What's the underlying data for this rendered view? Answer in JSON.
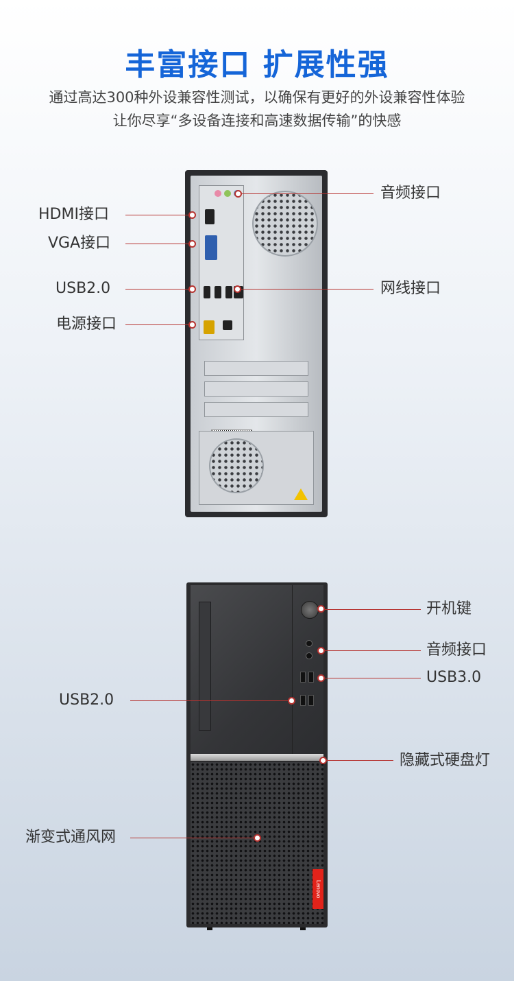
{
  "header": {
    "title": "丰富接口 扩展性强",
    "subtitle_line1": "通过高达300种外设兼容性测试，以确保有更好的外设兼容性体验",
    "subtitle_line2": "让你尽享“多设备连接和高速数据传输”的快感"
  },
  "rear_view": {
    "labels": {
      "audio": "音频接口",
      "hdmi": "HDMI接口",
      "vga": "VGA接口",
      "usb2": "USB2.0",
      "lan": "网线接口",
      "power": "电源接口"
    },
    "barcode_text": "||||||||||||||||||||||"
  },
  "front_view": {
    "labels": {
      "power_button": "开机键",
      "audio": "音频接口",
      "usb3": "USB3.0",
      "usb2": "USB2.0",
      "hdd_led": "隐藏式硬盘灯",
      "vent": "渐变式通风网"
    },
    "brand": "Lenovo"
  },
  "colors": {
    "title_blue": "#1565d8",
    "callout_red": "#b6322f",
    "brand_red": "#e2231a"
  }
}
